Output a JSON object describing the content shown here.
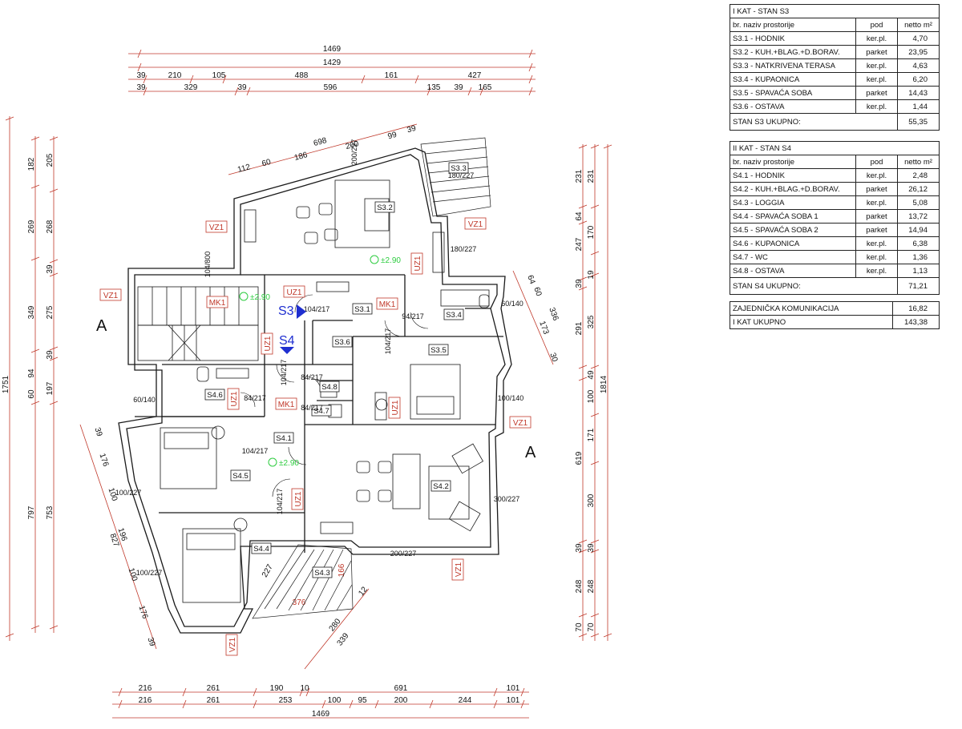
{
  "tables": {
    "s3": {
      "title": "I KAT - STAN S3",
      "header": {
        "name": "br.  naziv prostorije",
        "floor": "pod",
        "area": "netto m²"
      },
      "rows": [
        {
          "name": "S3.1 - HODNIK",
          "floor": "ker.pl.",
          "area": "4,70"
        },
        {
          "name": "S3.2 - KUH.+BLAG.+D.BORAV.",
          "floor": "parket",
          "area": "23,95"
        },
        {
          "name": "S3.3 - NATKRIVENA TERASA",
          "floor": "ker.pl.",
          "area": "4,63"
        },
        {
          "name": "S3.4 - KUPAONICA",
          "floor": "ker.pl.",
          "area": "6,20"
        },
        {
          "name": "S3.5 - SPAVAĆA SOBA",
          "floor": "parket",
          "area": "14,43"
        },
        {
          "name": "S3.6 - OSTAVA",
          "floor": "ker.pl.",
          "area": "1,44"
        }
      ],
      "total_label": "STAN S3  UKUPNO:",
      "total_value": "55,35"
    },
    "s4": {
      "title": "II KAT - STAN S4",
      "header": {
        "name": "br.  naziv prostorije",
        "floor": "pod",
        "area": "netto m²"
      },
      "rows": [
        {
          "name": "S4.1 - HODNIK",
          "floor": "ker.pl.",
          "area": "2,48"
        },
        {
          "name": "S4.2 - KUH.+BLAG.+D.BORAV.",
          "floor": "parket",
          "area": "26,12"
        },
        {
          "name": "S4.3 - LOGGIA",
          "floor": "ker.pl.",
          "area": "5,08"
        },
        {
          "name": "S4.4 - SPAVAĆA SOBA 1",
          "floor": "parket",
          "area": "13,72"
        },
        {
          "name": "S4.5 - SPAVAĆA SOBA 2",
          "floor": "parket",
          "area": "14,94"
        },
        {
          "name": "S4.6 - KUPAONICA",
          "floor": "ker.pl.",
          "area": "6,38"
        },
        {
          "name": "S4.7 - WC",
          "floor": "ker.pl.",
          "area": "1,36"
        },
        {
          "name": "S4.8 - OSTAVA",
          "floor": "ker.pl.",
          "area": "1,13"
        }
      ],
      "total_label": "STAN S4  UKUPNO:",
      "total_value": "71,21"
    },
    "common": {
      "rows": [
        {
          "name": "ZAJEDNIČKA KOMUNIKACIJA",
          "area": "16,82"
        },
        {
          "name": "I KAT  UKUPNO",
          "area": "143,38"
        }
      ]
    }
  },
  "plan": {
    "section_left": "A",
    "section_right": "A",
    "unit_s3": "S3",
    "unit_s4": "S4",
    "level_1": "±2.90",
    "level_2": "±2.90",
    "level_3": "±2.90",
    "colors": {
      "wall": "#1a1a1a",
      "dim": "#c0392b",
      "level": "#2ecc40",
      "unit_marker": "#1f2fd0"
    },
    "room_tags": {
      "s31": "S3.1",
      "s32": "S3.2",
      "s33": "S3.3",
      "s34": "S3.4",
      "s35": "S3.5",
      "s36": "S3.6",
      "s41": "S4.1",
      "s42": "S4.2",
      "s43": "S4.3",
      "s44": "S4.4",
      "s45": "S4.5",
      "s46": "S4.6",
      "s47": "S4.7",
      "s48": "S4.8"
    },
    "door_labels": {
      "vz1_a": "VZ1",
      "vz1_b": "VZ1",
      "vz1_c": "VZ1",
      "vz1_d": "VZ1",
      "vz1_e": "VZ1",
      "vz1_f": "VZ1",
      "uz1_a": "UZ1",
      "uz1_b": "UZ1",
      "uz1_c": "UZ1",
      "uz1_d": "UZ1",
      "uz1_e": "UZ1",
      "mk1_a": "MK1",
      "mk1_b": "MK1",
      "mk1_c": "MK1"
    },
    "openings": {
      "o1": "104/800",
      "o2": "104/217",
      "o3": "94/217",
      "o4": "104/217",
      "o5": "104/217",
      "o6": "84/217",
      "o7": "84/217",
      "o8": "84/217",
      "o9": "104/217",
      "o10": "104/217",
      "o11": "60/140",
      "o12": "60/140",
      "o13": "100/140",
      "o14": "100/227",
      "o15": "100/227",
      "o16": "300/227",
      "o17": "200/227",
      "o18": "180/227",
      "o19": "180/227",
      "o20": "200/227"
    },
    "dims_top": {
      "r1": [
        "1469"
      ],
      "r2": [
        "1429"
      ],
      "r3": [
        "39",
        "210",
        "105",
        "488",
        "161",
        "427"
      ],
      "r4": [
        "39",
        "329",
        "39",
        "596",
        "135",
        "39",
        "165"
      ]
    },
    "dims_bottom": {
      "r1": [
        "216",
        "261",
        "190",
        "10",
        "691",
        "101"
      ],
      "r2": [
        "216",
        "261",
        "253",
        "100",
        "95",
        "200",
        "244",
        "101"
      ],
      "r3": [
        "1469"
      ]
    },
    "dims_left": {
      "outer": [
        "1751"
      ],
      "c1": [
        "182",
        "269",
        "349",
        "60",
        "797"
      ],
      "c2": [
        "205",
        "268",
        "39",
        "275",
        "39",
        "94",
        "197",
        "753"
      ]
    },
    "dims_right": {
      "c1": [
        "231",
        "64",
        "247",
        "39",
        "291",
        "49",
        "619",
        "39",
        "248",
        "70"
      ],
      "c2": [
        "231",
        "170",
        "19",
        "325",
        "100",
        "171",
        "300",
        "39",
        "248",
        "70"
      ],
      "outer": [
        "1814"
      ],
      "side": [
        "336",
        "173",
        "64",
        "60",
        "30"
      ]
    },
    "dims_angled": {
      "top": [
        "112",
        "60",
        "186",
        "698",
        "200",
        "99",
        "39"
      ],
      "left": [
        "39",
        "176",
        "100",
        "196",
        "100",
        "176",
        "39",
        "827"
      ],
      "bottom": [
        "280",
        "339",
        "12",
        "376",
        "166",
        "227"
      ]
    }
  }
}
